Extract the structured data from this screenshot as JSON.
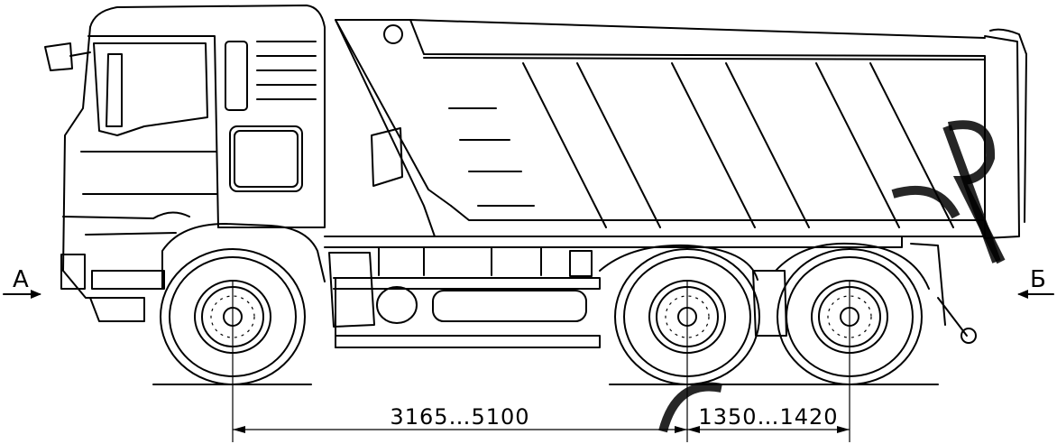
{
  "view_labels": {
    "front": "А",
    "rear": "Б"
  },
  "dimensions": {
    "wheelbase": "3165…5100",
    "rear_axle_spacing": "1350…1420"
  },
  "colors": {
    "line": "#000000",
    "background": "#ffffff"
  }
}
